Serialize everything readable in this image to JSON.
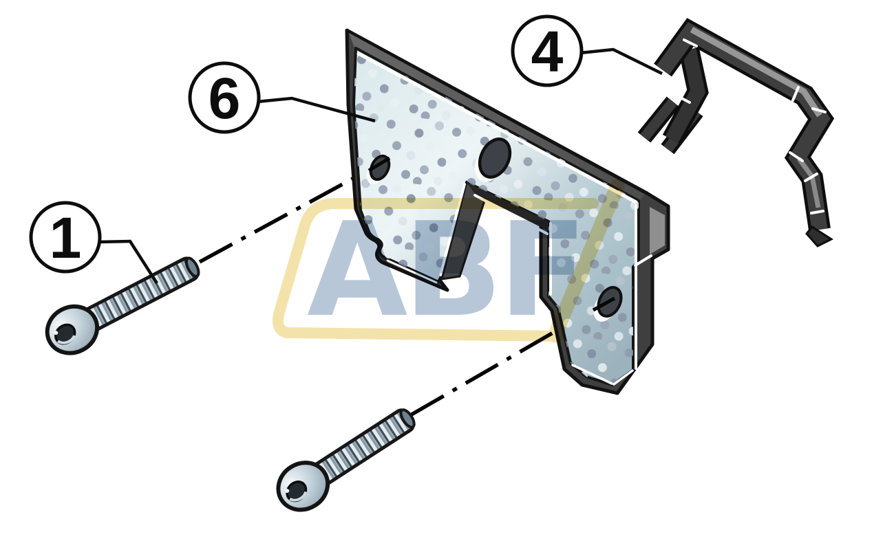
{
  "diagram": {
    "type": "exploded-parts-diagram",
    "background_color": "#ffffff",
    "outline_color": "#111111",
    "callouts": [
      {
        "label": "1",
        "part": "button-head-socket-screw"
      },
      {
        "label": "6",
        "part": "seal-plate"
      },
      {
        "label": "4",
        "part": "retaining-clip"
      }
    ],
    "watermark": {
      "text": "ABF",
      "letters_color": "#b7c7d8",
      "frame_color": "#f3e3ab"
    },
    "parts": {
      "screws": {
        "count": 2,
        "metal_color": "#a9bcc6",
        "thread_light": "#e3ebf0",
        "thread_dark": "#404b53"
      },
      "plate": {
        "face_color": "#cfe0e6",
        "speckle_dark": "#8793a6",
        "speckle_light": "#e9f0f3",
        "edge_color": "#4a4a4a"
      },
      "clip": {
        "color": "#3e3e3e",
        "highlight_color": "#979797"
      }
    }
  }
}
